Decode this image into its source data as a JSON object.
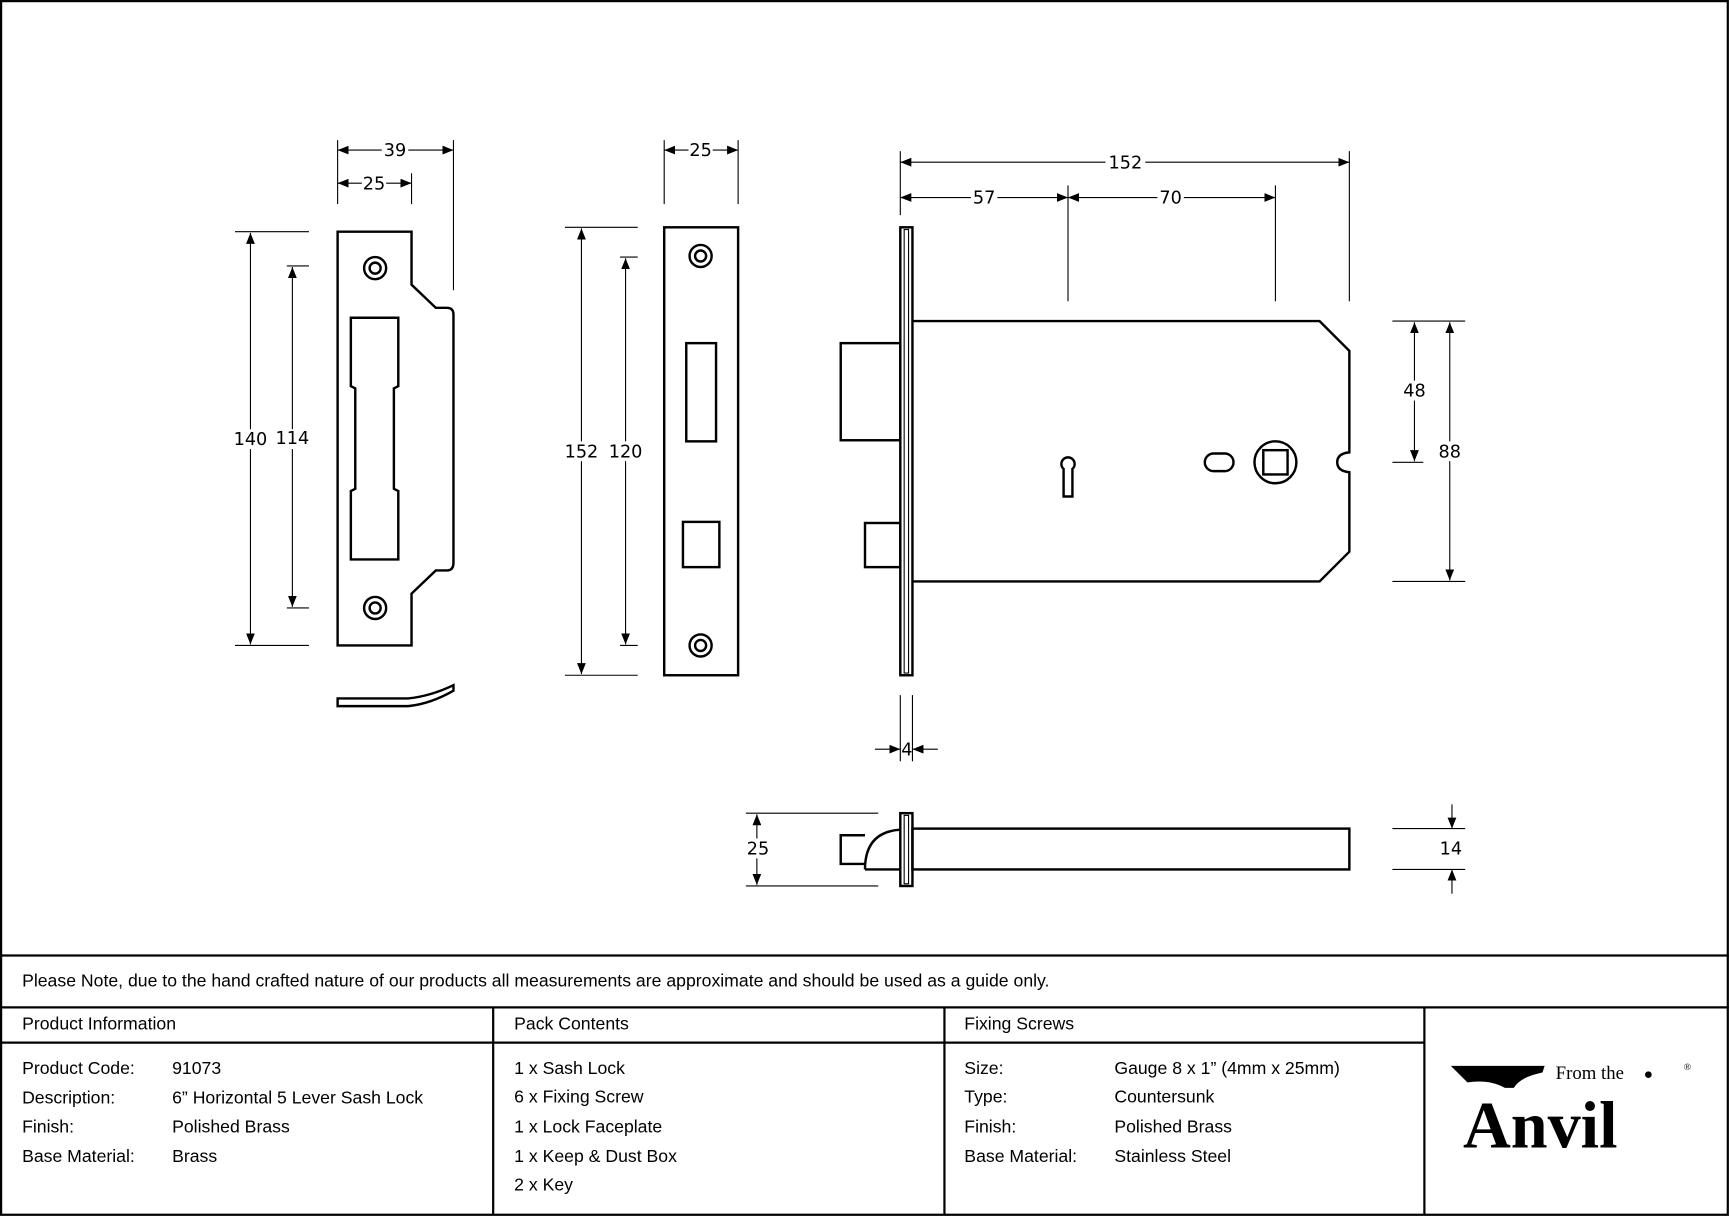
{
  "dimensions": {
    "keep_width": "39",
    "keep_plate_width": "25",
    "keep_height": "140",
    "keep_hole_centres": "114",
    "faceplate_width": "25",
    "faceplate_height": "152",
    "faceplate_hole_centres": "120",
    "lock_length": "152",
    "backset": "57",
    "centres": "70",
    "body_upper": "48",
    "body_height": "88",
    "faceplate_thickness": "4",
    "forend_width": "25",
    "body_depth": "14"
  },
  "note": "Please Note, due to the hand crafted nature of our products all measurements are approximate and should be used as a guide only.",
  "product_info": {
    "header": "Product Information",
    "rows": [
      {
        "label": "Product Code:",
        "value": "91073"
      },
      {
        "label": "Description:",
        "value": "6” Horizontal 5 Lever Sash Lock"
      },
      {
        "label": "Finish:",
        "value": "Polished Brass"
      },
      {
        "label": "Base Material:",
        "value": "Brass"
      }
    ]
  },
  "pack_contents": {
    "header": "Pack Contents",
    "items": [
      "1 x Sash Lock",
      "6 x Fixing Screw",
      "1 x Lock Faceplate",
      "1 x Keep & Dust Box",
      "2 x Key"
    ]
  },
  "fixing_screws": {
    "header": "Fixing Screws",
    "rows": [
      {
        "label": "Size:",
        "value": "Gauge 8 x 1” (4mm x 25mm)"
      },
      {
        "label": "Type:",
        "value": "Countersunk"
      },
      {
        "label": "Finish:",
        "value": "Polished Brass"
      },
      {
        "label": "Base Material:",
        "value": "Stainless Steel"
      }
    ]
  },
  "logo": {
    "small": "From the",
    "big": "Anvil",
    "reg": "®"
  }
}
